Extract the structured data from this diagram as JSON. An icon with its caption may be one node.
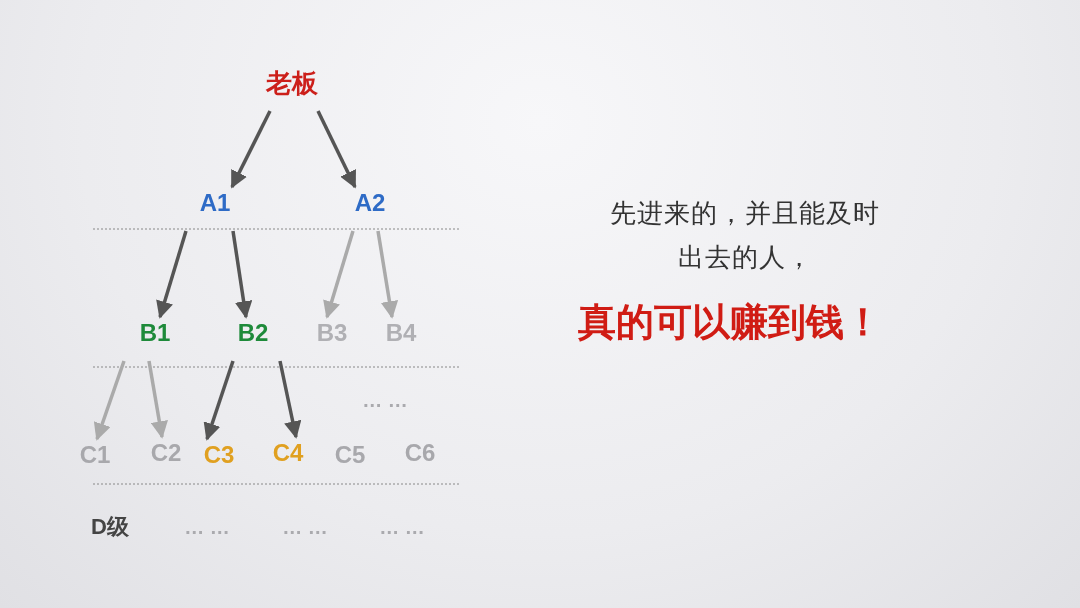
{
  "diagram": {
    "nodes": [
      {
        "text": [
          "老板"
        ]
      },
      {
        "text": [
          "A1"
        ]
      },
      {
        "text": [
          "A2"
        ]
      },
      {
        "text": [
          "B1"
        ]
      },
      {
        "text": [
          "B2"
        ]
      },
      {
        "text": [
          "B3"
        ]
      },
      {
        "text": [
          "B4"
        ]
      },
      {
        "text": [
          "C1"
        ]
      },
      {
        "text": [
          "C2"
        ]
      },
      {
        "text": [
          "C3"
        ]
      },
      {
        "text": [
          "C4"
        ]
      },
      {
        "text": [
          "C5"
        ]
      },
      {
        "text": [
          "C6"
        ]
      }
    ],
    "edges": [
      {
        "from": 0,
        "to": 1,
        "arrow": "to"
      },
      {
        "from": 0,
        "to": 2,
        "arrow": "to"
      },
      {
        "from": 1,
        "to": 3,
        "arrow": "to"
      },
      {
        "from": 1,
        "to": 4,
        "arrow": "to"
      },
      {
        "from": 2,
        "to": 5,
        "arrow": "to",
        "color": "#aaaaaa"
      },
      {
        "from": 2,
        "to": 6,
        "arrow": "to",
        "color": "#aaaaaa"
      },
      {
        "from": 3,
        "to": 7,
        "arrow": "to",
        "color": "#aaaaaa"
      },
      {
        "from": 3,
        "to": 8,
        "arrow": "to",
        "color": "#aaaaaa"
      },
      {
        "from": 4,
        "to": 9,
        "arrow": "to"
      },
      {
        "from": 4,
        "to": 10,
        "arrow": "to"
      }
    ],
    "labels": [
      "… …",
      "D级",
      "… …",
      "… …",
      "… …",
      "先进来的，并且能及时出去的人，",
      "真的可以赚到钱！"
    ]
  }
}
